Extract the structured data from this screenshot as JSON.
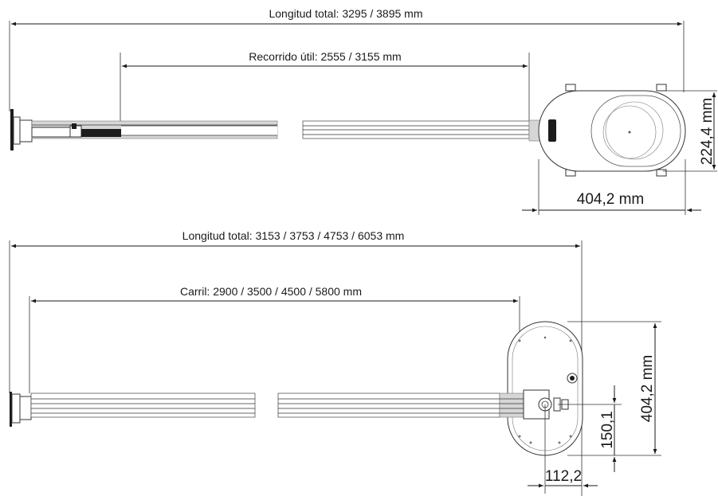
{
  "top_view": {
    "total_length": "Longitud total: 3295 / 3895 mm",
    "travel": "Recorrido útil: 2555 / 3155 mm",
    "height": "224,4 mm",
    "width": "404,2 mm"
  },
  "bottom_view": {
    "total_length": "Longitud total: 3153 / 3753 / 4753 / 6053 mm",
    "rail": "Carril: 2900 / 3500 / 4500 / 5800 mm",
    "height": "404,2 mm",
    "offset_vertical": "150,1",
    "offset_horizontal": "112,2"
  },
  "colors": {
    "line": "#1a1a1a",
    "rail_grey": "#d6d6d6",
    "belt": "#1c1c1c"
  }
}
